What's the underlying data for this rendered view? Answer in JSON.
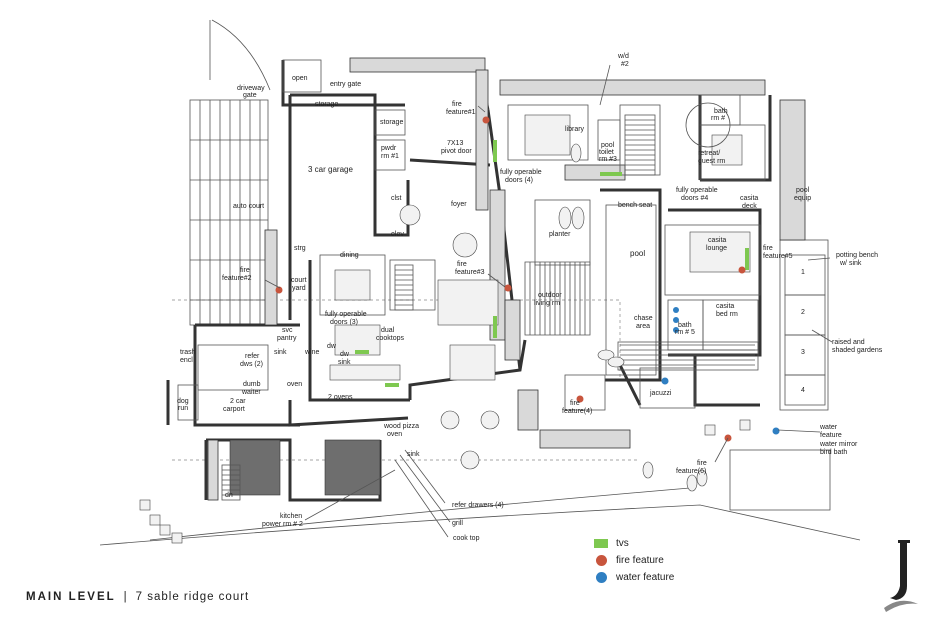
{
  "title": {
    "level": "MAIN LEVEL",
    "separator": "|",
    "address": "7 sable ridge court"
  },
  "legend": [
    {
      "label": "tvs",
      "color": "#7ec850",
      "shape": "bar"
    },
    {
      "label": "fire feature",
      "color": "#c8553d",
      "shape": "dot"
    },
    {
      "label": "water feature",
      "color": "#2f7fc2",
      "shape": "dot"
    }
  ],
  "labels": {
    "open": "open",
    "entry_gate": "entry gate",
    "driveway_gate_1": "driveway",
    "driveway_gate_2": "gate",
    "storage_1": "storage",
    "storage_2": "storage",
    "pwdr_1": "pwdr",
    "pwdr_2": "rm #1",
    "garage": "3 car garage",
    "auto_court": "auto court",
    "clst": "clst",
    "elev": "elev",
    "strg": "strg",
    "foyer": "foyer",
    "pivot_1": "7X13",
    "pivot_2": "pivot door",
    "fire1_1": "fire",
    "fire1_2": "feature#1",
    "library": "library",
    "wd_1": "w/d",
    "wd_2": "#2",
    "pool_toilet_1": "pool",
    "pool_toilet_2": "toilet",
    "pool_toilet_3": "rm #3",
    "bath4_1": "bath",
    "bath4_2": "rm #",
    "retreat": "retreat/",
    "guest_rm": "guest rm",
    "fod4_1": "fully operable",
    "fod4_2": "doors (4)",
    "fod4b_1": "fully operable",
    "fod4b_2": "doors #4",
    "casita_deck_1": "casita",
    "casita_deck_2": "deck",
    "pool_equip_1": "pool",
    "pool_equip_2": "equip",
    "bench_seat": "bench seat",
    "planter": "planter",
    "pool": "pool",
    "casita_lounge_1": "casita",
    "casita_lounge_2": "lounge",
    "fire5_1": "fire",
    "fire5_2": "feature#5",
    "potting_1": "potting bench",
    "potting_2": "w/ sink",
    "dining": "dining",
    "fire3_1": "fire",
    "fire3_2": "feature#3",
    "outdoor_1": "outdoor",
    "outdoor_2": "living rm",
    "fire2_1": "fire",
    "fire2_2": "feature#2",
    "court_yard_1": "court",
    "court_yard_2": "yard",
    "fod3_1": "fully operable",
    "fod3_2": "doors (3)",
    "chase_1": "chase",
    "chase_2": "area",
    "bath5_1": "bath",
    "bath5_2": "rm # 5",
    "casita_bed_1": "casita",
    "casita_bed_2": "bed rm",
    "gardens_1": "raised and",
    "gardens_2": "shaded gardens",
    "g1": "1",
    "g2": "2",
    "g3": "3",
    "g4": "4",
    "svc_1": "svc",
    "svc_2": "pantry",
    "dual_1": "dual",
    "dual_2": "cooktops",
    "trash_1": "trash",
    "trash_2": "encl",
    "refer_1": "refer",
    "refer_2": "dws (2)",
    "sink_1": "sink",
    "wine": "wine",
    "dw_1": "dw",
    "dw_2": "dw",
    "sink_2": "sink",
    "dumb_1": "dumb",
    "dumb_2": "waiter",
    "oven": "oven",
    "dog_1": "dog",
    "dog_2": "run",
    "carport_1": "2 car",
    "carport_2": "carport",
    "two_ovens": "2 ovens",
    "jacuzzi": "jacuzzi",
    "fire4_1": "fire",
    "fire4_2": "feature(4)",
    "wf_1": "water",
    "wf_2": "feature",
    "mirror_1": "water mirror",
    "mirror_2": "bird bath",
    "pizza_1": "wood pizza",
    "pizza_2": "oven",
    "sink_3": "sink",
    "fire6_1": "fire",
    "fire6_2": "feature(6)",
    "dn": "dn",
    "refer_drawers": "refer drawers (4)",
    "kitchen_1": "kitchen",
    "kitchen_2": "power rm # 2",
    "grill": "grill",
    "cook_top": "cook top"
  }
}
